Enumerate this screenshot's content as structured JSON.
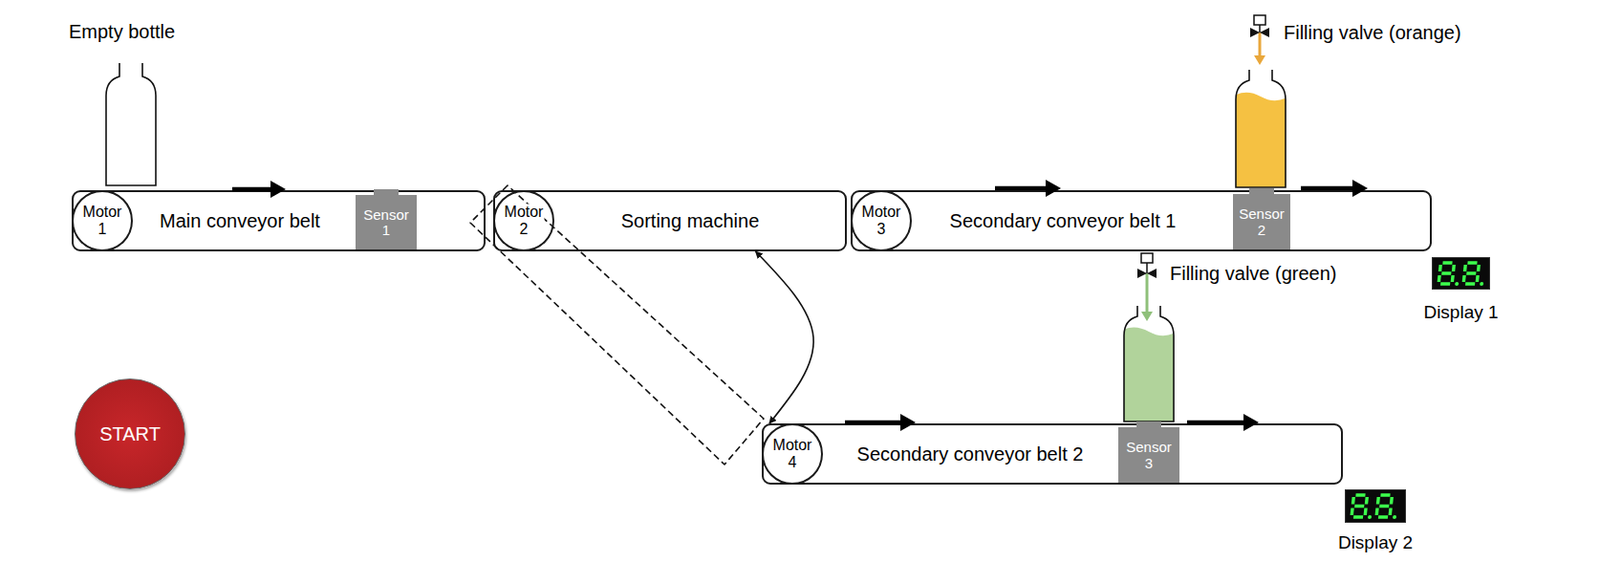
{
  "diagram": {
    "nodes": [
      {
        "text": [
          "Main conveyor belt"
        ]
      },
      {
        "text": [
          "Motor 1"
        ],
        "in": 0
      },
      {
        "text": [
          "Sensor 1"
        ],
        "in": 0
      },
      {
        "text": [
          "Sorting machine"
        ]
      },
      {
        "text": [
          "Motor 2"
        ],
        "in": 3
      },
      {
        "text": [
          "Secondary conveyor belt 1"
        ]
      },
      {
        "text": [
          "Motor 3"
        ],
        "in": 5
      },
      {
        "text": [
          "Sensor 2"
        ],
        "in": 5
      },
      {
        "text": [
          "Secondary conveyor belt 2"
        ]
      },
      {
        "text": [
          "Motor 4"
        ],
        "in": 8
      },
      {
        "text": [
          "Sensor 3"
        ],
        "in": 8
      },
      {
        "text": [
          "START"
        ]
      },
      {
        "text": [
          "Display 1"
        ]
      },
      {
        "text": [
          "Display 2"
        ]
      }
    ],
    "edges": [
      {
        "from": 3,
        "to": 8,
        "arrow": "both"
      }
    ],
    "labels": [
      "Empty bottle",
      "Filling valve (orange)",
      "Filling valve (green)"
    ]
  }
}
